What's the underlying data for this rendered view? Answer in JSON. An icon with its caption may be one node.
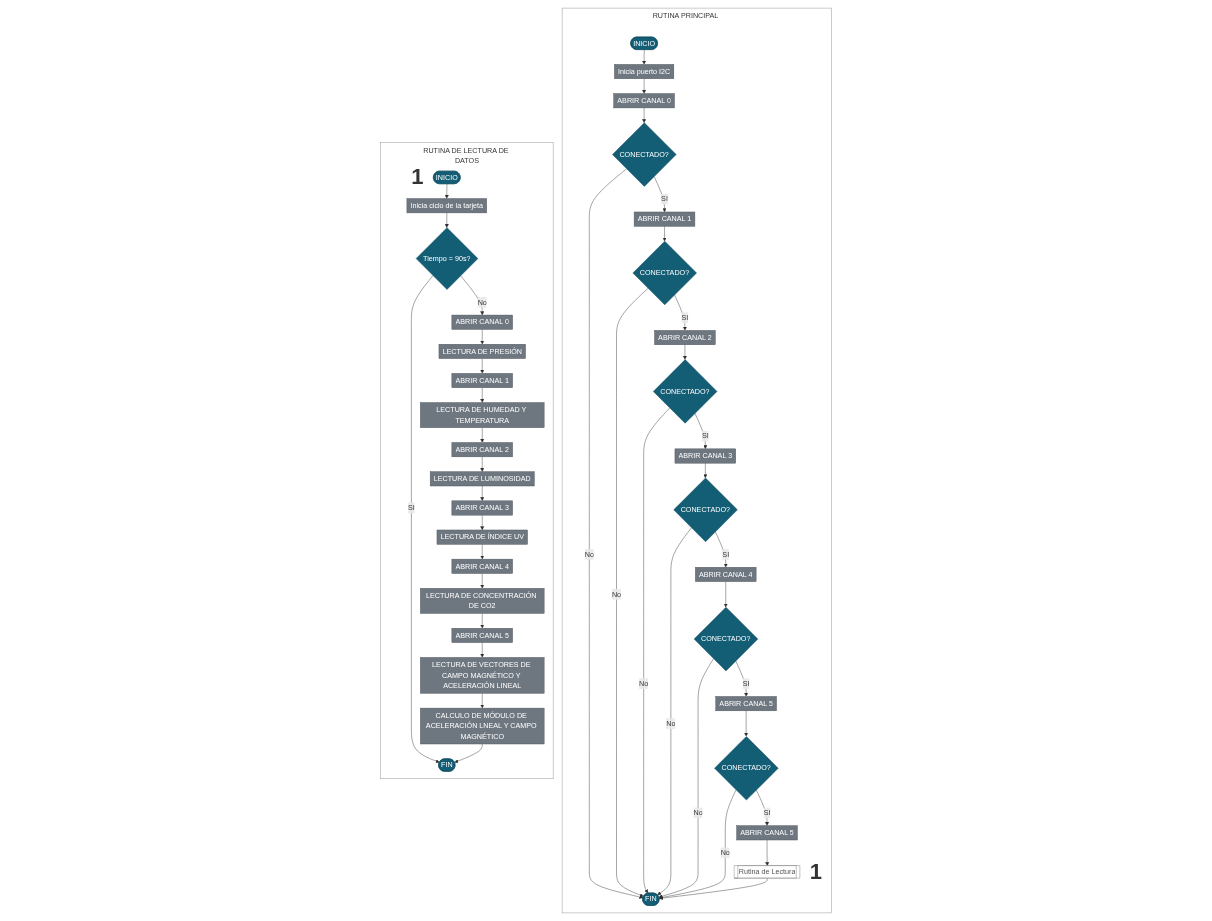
{
  "diagram": {
    "nodes": [
      {
        "text": [
          "RUTINA PRINCIPAL"
        ]
      },
      {
        "text": [
          "INICIO"
        ],
        "in": 0
      },
      {
        "text": [
          "Inicia puerto I2C"
        ],
        "in": 0
      },
      {
        "text": [
          "ABRIR CANAL 0"
        ],
        "in": 0
      },
      {
        "text": [
          "CONECTADO?"
        ],
        "in": 0
      },
      {
        "text": [
          "ABRIR CANAL 1"
        ],
        "in": 0
      },
      {
        "text": [
          "CONECTADO?"
        ],
        "in": 0
      },
      {
        "text": [
          "ABRIR CANAL 2"
        ],
        "in": 0
      },
      {
        "text": [
          "CONECTADO?"
        ],
        "in": 0
      },
      {
        "text": [
          "ABRIR CANAL 3"
        ],
        "in": 0
      },
      {
        "text": [
          "CONECTADO?"
        ],
        "in": 0
      },
      {
        "text": [
          "ABRIR CANAL 4"
        ],
        "in": 0
      },
      {
        "text": [
          "CONECTADO?"
        ],
        "in": 0
      },
      {
        "text": [
          "ABRIR CANAL 5"
        ],
        "in": 0
      },
      {
        "text": [
          "CONECTADO?"
        ],
        "in": 0
      },
      {
        "text": [
          "ABRIR CANAL 5"
        ],
        "in": 0
      },
      {
        "text": [
          "Rutina de Lectura"
        ],
        "in": 0,
        "beside": [
          "1"
        ]
      },
      {
        "text": [
          "FIN"
        ],
        "in": 0
      },
      {
        "text": [
          "RUTINA DE LECTURA DE DATOS"
        ]
      },
      {
        "text": [
          "INICIO"
        ],
        "in": 18,
        "beside": [
          "1"
        ]
      },
      {
        "text": [
          "Inicia ciclo de la tarjeta"
        ],
        "in": 18
      },
      {
        "text": [
          "Tiempo = 90s?"
        ],
        "in": 18
      },
      {
        "text": [
          "ABRIR CANAL 0"
        ],
        "in": 18
      },
      {
        "text": [
          "LECTURA DE PRESIÓN"
        ],
        "in": 18
      },
      {
        "text": [
          "ABRIR CANAL 1"
        ],
        "in": 18
      },
      {
        "text": [
          "LECTURA DE HUMEDAD Y TEMPERATURA"
        ],
        "in": 18
      },
      {
        "text": [
          "ABRIR CANAL 2"
        ],
        "in": 18
      },
      {
        "text": [
          "LECTURA DE LUMINOSIDAD"
        ],
        "in": 18
      },
      {
        "text": [
          "ABRIR CANAL 3"
        ],
        "in": 18
      },
      {
        "text": [
          "LECTURA DE ÍNDICE UV"
        ],
        "in": 18
      },
      {
        "text": [
          "ABRIR CANAL 4"
        ],
        "in": 18
      },
      {
        "text": [
          "LECTURA DE CONCENTRACIÓN DE CO2"
        ],
        "in": 18
      },
      {
        "text": [
          "ABRIR CANAL 5"
        ],
        "in": 18
      },
      {
        "text": [
          "LECTURA DE VECTORES DE CAMPO MAGNÉTICO Y ACELERACIÓN LINEAL"
        ],
        "in": 18
      },
      {
        "text": [
          "CALCULO DE MÓDULO DE ACELERACIÓN LNEAL Y CAMPO MAGNÉTICO"
        ],
        "in": 18
      },
      {
        "text": [
          "FIN"
        ],
        "in": 18
      }
    ],
    "edges": [
      {
        "from": 1,
        "to": 2,
        "arrow": "to"
      },
      {
        "from": 2,
        "to": 3,
        "arrow": "to"
      },
      {
        "from": 3,
        "to": 4,
        "arrow": "to"
      },
      {
        "from": 4,
        "to": 5,
        "label": "SI",
        "arrow": "to"
      },
      {
        "from": 4,
        "to": 17,
        "label": "No",
        "arrow": "to"
      },
      {
        "from": 5,
        "to": 6,
        "arrow": "to"
      },
      {
        "from": 6,
        "to": 7,
        "label": "SI",
        "arrow": "to"
      },
      {
        "from": 6,
        "to": 17,
        "label": "No",
        "arrow": "to"
      },
      {
        "from": 7,
        "to": 8,
        "arrow": "to"
      },
      {
        "from": 8,
        "to": 9,
        "label": "SI",
        "arrow": "to"
      },
      {
        "from": 8,
        "to": 17,
        "label": "No",
        "arrow": "to"
      },
      {
        "from": 9,
        "to": 10,
        "arrow": "to"
      },
      {
        "from": 10,
        "to": 11,
        "label": "SI",
        "arrow": "to"
      },
      {
        "from": 10,
        "to": 17,
        "label": "No",
        "arrow": "to"
      },
      {
        "from": 11,
        "to": 12,
        "arrow": "to"
      },
      {
        "from": 12,
        "to": 13,
        "label": "SI",
        "arrow": "to"
      },
      {
        "from": 12,
        "to": 17,
        "label": "No",
        "arrow": "to"
      },
      {
        "from": 13,
        "to": 14,
        "arrow": "to"
      },
      {
        "from": 14,
        "to": 15,
        "label": "SI",
        "arrow": "to"
      },
      {
        "from": 14,
        "to": 17,
        "label": "No",
        "arrow": "to"
      },
      {
        "from": 15,
        "to": 16,
        "arrow": "to"
      },
      {
        "from": 16,
        "to": 17,
        "arrow": "to"
      },
      {
        "from": 19,
        "to": 20,
        "arrow": "to"
      },
      {
        "from": 20,
        "to": 21,
        "arrow": "to"
      },
      {
        "from": 21,
        "to": 22,
        "label": "No",
        "arrow": "to"
      },
      {
        "from": 21,
        "to": 35,
        "label": "SI",
        "arrow": "to"
      },
      {
        "from": 22,
        "to": 23,
        "arrow": "to"
      },
      {
        "from": 23,
        "to": 24,
        "arrow": "to"
      },
      {
        "from": 24,
        "to": 25,
        "arrow": "to"
      },
      {
        "from": 25,
        "to": 26,
        "arrow": "to"
      },
      {
        "from": 26,
        "to": 27,
        "arrow": "to"
      },
      {
        "from": 27,
        "to": 28,
        "arrow": "to"
      },
      {
        "from": 28,
        "to": 29,
        "arrow": "to"
      },
      {
        "from": 29,
        "to": 30,
        "arrow": "to"
      },
      {
        "from": 30,
        "to": 31,
        "arrow": "to"
      },
      {
        "from": 31,
        "to": 32,
        "arrow": "to"
      },
      {
        "from": 32,
        "to": 33,
        "arrow": "to"
      },
      {
        "from": 33,
        "to": 34,
        "arrow": "to"
      },
      {
        "from": 34,
        "to": 35,
        "arrow": "to"
      }
    ]
  }
}
